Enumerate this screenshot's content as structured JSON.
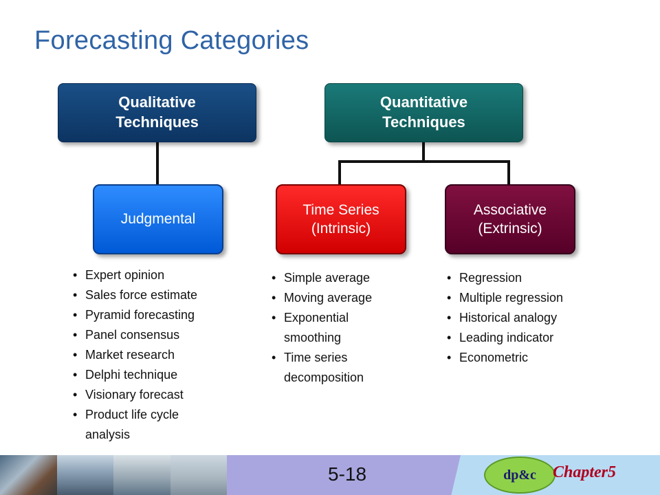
{
  "title": "Forecasting Categories",
  "boxes": {
    "qualitative": [
      "Qualitative",
      "Techniques"
    ],
    "quantitative": [
      "Quantitative",
      "Techniques"
    ],
    "judgmental": [
      "Judgmental"
    ],
    "time_series": [
      "Time Series",
      "(Intrinsic)"
    ],
    "associative": [
      "Associative",
      "(Extrinsic)"
    ]
  },
  "lists": {
    "judgmental": [
      "Expert  opinion",
      "Sales force estimate",
      "Pyramid forecasting",
      "Panel consensus",
      "Market research",
      "Delphi technique",
      "Visionary forecast",
      "Product life cycle analysis"
    ],
    "time_series": [
      "Simple average",
      "Moving average",
      "Exponential smoothing",
      "Time series decomposition"
    ],
    "associative": [
      "Regression",
      "Multiple regression",
      "Historical analogy",
      "Leading indicator",
      "Econometric"
    ]
  },
  "footer": {
    "page_number": "5-18",
    "logo_text": "dp&c",
    "chapter_label": "Chapter5"
  },
  "colors": {
    "title": "#2f63a6",
    "qualitative": "#0c3462",
    "quantitative": "#0d5553",
    "judgmental": "#0059d6",
    "time_series": "#d10000",
    "associative": "#560028"
  }
}
